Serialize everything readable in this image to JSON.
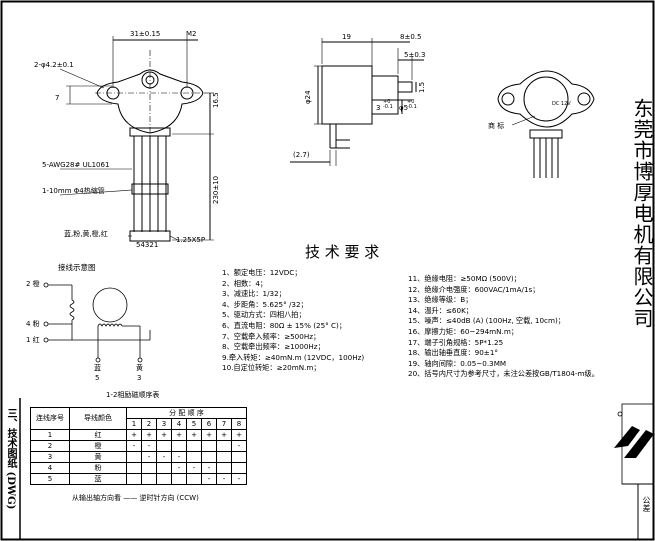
{
  "company": "东莞市博厚电机有限公司",
  "section_title": "三、技术图纸 (DWG)",
  "approved_label": "公差",
  "tech_title": "技  术  要  求",
  "front_view": {
    "dim_31": "31±0.15",
    "m2": "M2",
    "hole": "2-φ4.2±0.1",
    "dim_7": "7",
    "dim_16_5": "16.5",
    "cable": "5-AWG28# UL1061",
    "sleeve": "1-10mm Φ4热缩管",
    "dim_230": "230±10",
    "wire_colors": "蓝,粉,黄,橙,红",
    "pin_numbers": "54321",
    "pitch": "1.25X5P"
  },
  "side_view": {
    "dim_19": "19",
    "dim_8": "8±0.5",
    "dim_5": "5±0.3",
    "dia_24": "φ24",
    "dim_3": "3",
    "dim_3_tol": "+0\n-0.1",
    "dim_phi5": "φ5",
    "dim_phi5_tol": "+0\n-0.1",
    "dim_1_5": "1.5",
    "dim_2_7": "(2.7)"
  },
  "label_view": {
    "logo_label": "商  标",
    "dc": "DC 12V"
  },
  "wiring": {
    "title": "接线示意图",
    "t2": "2  橙",
    "t4": "4  粉",
    "t1": "1  红",
    "b_label": "蓝",
    "b_num": "5",
    "y_label": "黄",
    "y_num": "3",
    "caption": "1-2相励磁顺序表"
  },
  "specs_left": [
    "1、额定电压：12VDC；",
    "2、相数：4；",
    "3、减速比：1/32；",
    "4、步距角：5.625° /32；",
    "5、驱动方式：四相八拍；",
    "6、直流电阻：80Ω ± 15% (25° C)；",
    "7、空载牵入频率：≥500Hz；",
    "8、空载牵出频率：≥1000Hz；",
    "9.牵入转矩：≥40mN.m (12VDC，100Hz)",
    "10.自定位转矩：≥20mN.m；"
  ],
  "specs_right": [
    "11、绝缘电阻：≥50MΩ (500V)；",
    "12、绝缘介电强度：600VAC/1mA/1s；",
    "13、绝缘等级：B；",
    "14、温升：≤60K；",
    "15、噪声：≤40dB (A) (100Hz, 空载, 10cm)；",
    "16、摩擦力矩：60~294mN.m；",
    "17、端子引角规格：5P*1.25",
    "18、输出轴垂直度：90±1°",
    "19、轴向间隙：0.05~0.3MM",
    "20、括号内尺寸为参考尺寸，未注公差按GB/T1804-m级。"
  ],
  "table": {
    "col1": "连线序号",
    "col2": "导线颜色",
    "col3": "分 配 顺 序",
    "steps": [
      "1",
      "2",
      "3",
      "4",
      "5",
      "6",
      "7",
      "8"
    ],
    "rows": [
      {
        "n": "1",
        "color": "红",
        "seq": [
          "+",
          "+",
          "+",
          "+",
          "+",
          "+",
          "+",
          "+"
        ]
      },
      {
        "n": "2",
        "color": "橙",
        "seq": [
          "-",
          "-",
          "",
          "",
          "",
          "",
          "",
          "-"
        ]
      },
      {
        "n": "3",
        "color": "黄",
        "seq": [
          "",
          "-",
          "-",
          "-",
          "",
          "",
          "",
          ""
        ]
      },
      {
        "n": "4",
        "color": "粉",
        "seq": [
          "",
          "",
          "",
          "-",
          "-",
          "-",
          "",
          ""
        ]
      },
      {
        "n": "5",
        "color": "蓝",
        "seq": [
          "",
          "",
          "",
          "",
          "",
          "-",
          "-",
          "-"
        ]
      }
    ],
    "footer": "从输出轴方向看 ——  逆时针方向 (CCW)"
  }
}
